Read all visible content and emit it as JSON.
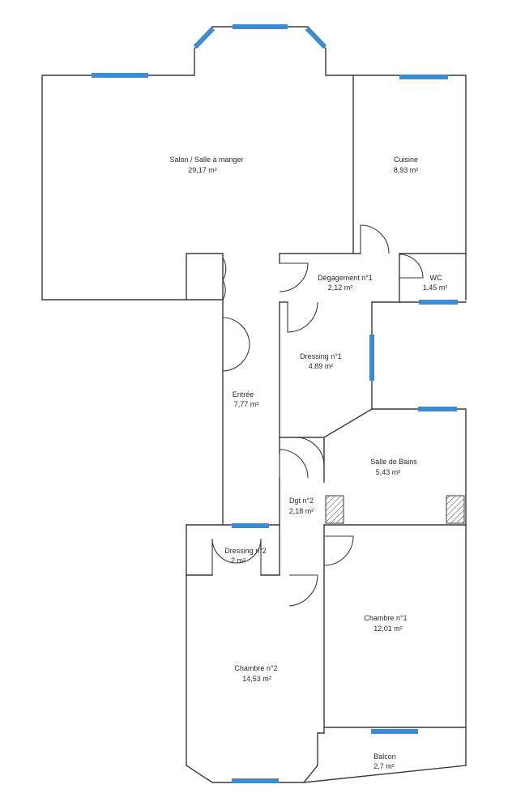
{
  "colors": {
    "window": "#3f8bd0",
    "wall": "#3a3a3a",
    "background": "#ffffff"
  },
  "rooms": {
    "salon": {
      "name": "Salon / Salle à manger",
      "area": "29,17  m²"
    },
    "cuisine": {
      "name": "Cuisine",
      "area": "8,93  m²"
    },
    "degagement": {
      "name": "Dégagement n°1",
      "area": "2,12  m²"
    },
    "wc": {
      "name": "WC",
      "area": "1,45  m²"
    },
    "dressing1": {
      "name": "Dressing n°1",
      "area": "4,89  m²"
    },
    "entree": {
      "name": "Entrée",
      "area": "7,77  m²"
    },
    "sdb": {
      "name": "Salle de Bains",
      "area": "5,43  m²"
    },
    "dgt2": {
      "name": "Dgt n°2",
      "area": "2,18  m²"
    },
    "dressing2": {
      "name": "Dressing n°2",
      "area": "2  m²"
    },
    "chambre1": {
      "name": "Chambre n°1",
      "area": "12,01  m²"
    },
    "chambre2": {
      "name": "Chambre n°2",
      "area": "14,53  m²"
    },
    "balcon": {
      "name": "Balcon",
      "area": "2,7  m²"
    }
  }
}
